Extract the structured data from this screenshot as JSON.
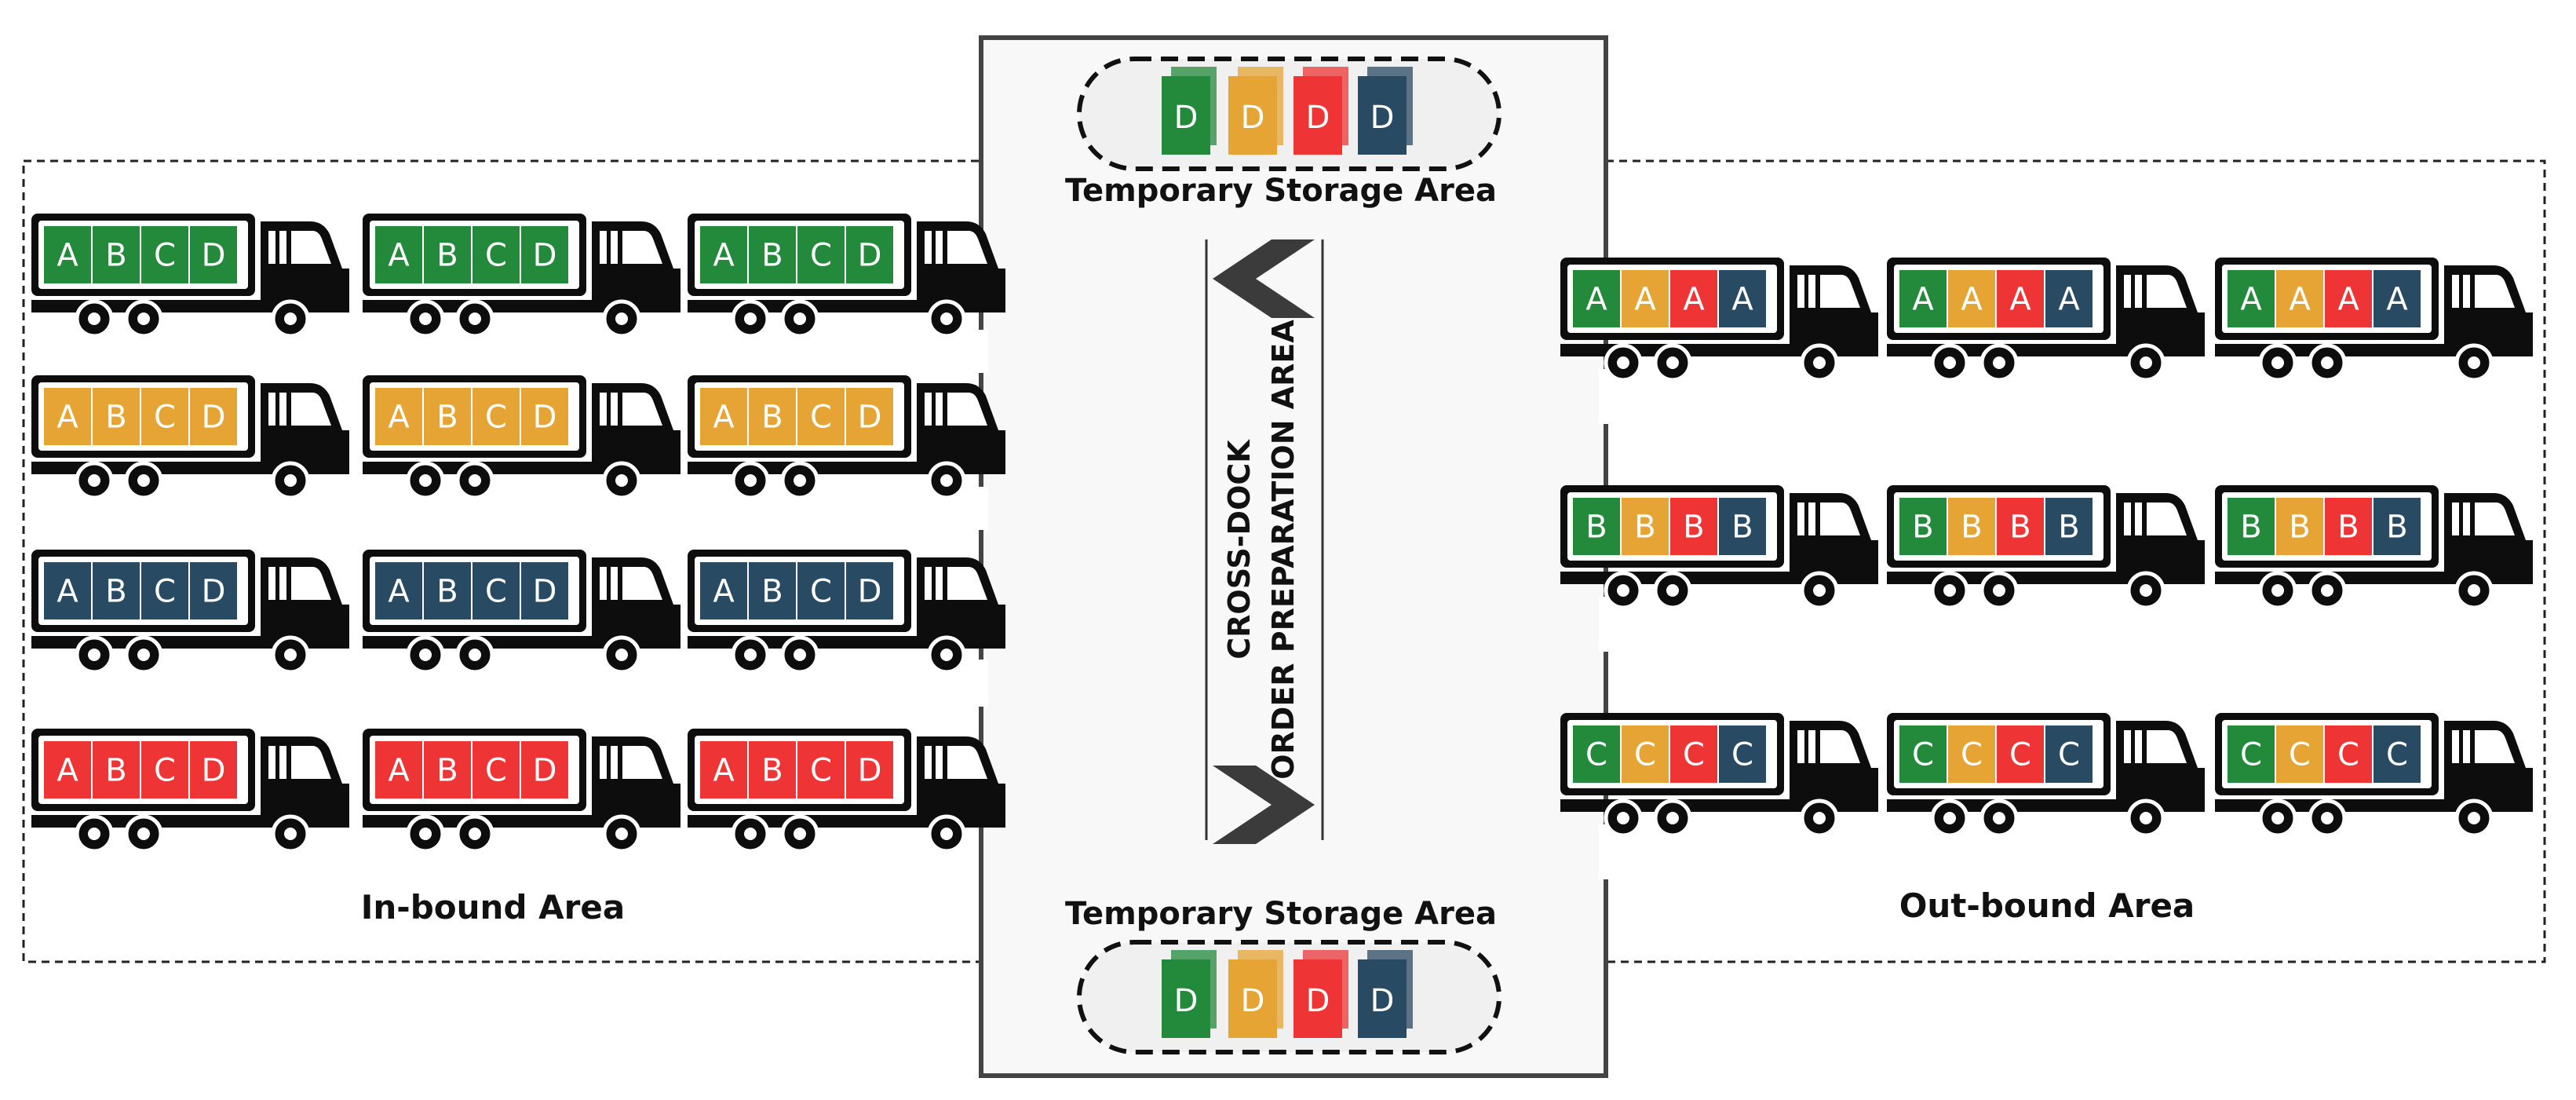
{
  "colors": {
    "green": "#238a3c",
    "yellow": "#e6a435",
    "red": "#ee3435",
    "navy": "#284a63",
    "truck": "#0d0d0d",
    "center_bg": "#f7f8f7",
    "box_bg": "#f0f0f0"
  },
  "inbound": {
    "label": "In-bound Area",
    "rows": [
      {
        "color": "green",
        "letters": [
          "A",
          "B",
          "C",
          "D"
        ]
      },
      {
        "color": "yellow",
        "letters": [
          "A",
          "B",
          "C",
          "D"
        ]
      },
      {
        "color": "navy",
        "letters": [
          "A",
          "B",
          "C",
          "D"
        ]
      },
      {
        "color": "red",
        "letters": [
          "A",
          "B",
          "C",
          "D"
        ]
      }
    ],
    "trucks_per_row": 3
  },
  "outbound": {
    "label": "Out-bound Area",
    "rows": [
      {
        "letters": [
          "A",
          "A",
          "A",
          "A"
        ],
        "colors": [
          "green",
          "yellow",
          "red",
          "navy"
        ]
      },
      {
        "letters": [
          "B",
          "B",
          "B",
          "B"
        ],
        "colors": [
          "green",
          "yellow",
          "red",
          "navy"
        ]
      },
      {
        "letters": [
          "C",
          "C",
          "C",
          "C"
        ],
        "colors": [
          "green",
          "yellow",
          "red",
          "navy"
        ]
      }
    ],
    "trucks_per_row": 3
  },
  "center": {
    "top_storage_label": "Temporary Storage Area",
    "bottom_storage_label": "Temporary Storage Area",
    "storage_items": [
      {
        "letter": "D",
        "color": "green"
      },
      {
        "letter": "D",
        "color": "yellow"
      },
      {
        "letter": "D",
        "color": "red"
      },
      {
        "letter": "D",
        "color": "navy"
      }
    ],
    "prep_line1": "CROSS-DOCK",
    "prep_line2": "ORDER PREPARATION AREA"
  }
}
